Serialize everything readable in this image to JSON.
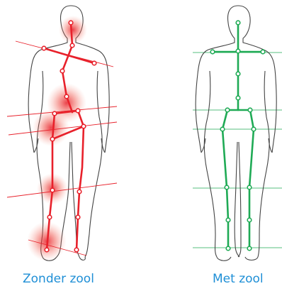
{
  "panels": [
    {
      "caption": "Zonder zool",
      "status": "misaligned",
      "color": "#e8212b",
      "glow_color": "#e8212b"
    },
    {
      "caption": "Met zool",
      "status": "aligned",
      "color": "#1faa55",
      "glow_color": ""
    }
  ],
  "outline_color": "#444444"
}
